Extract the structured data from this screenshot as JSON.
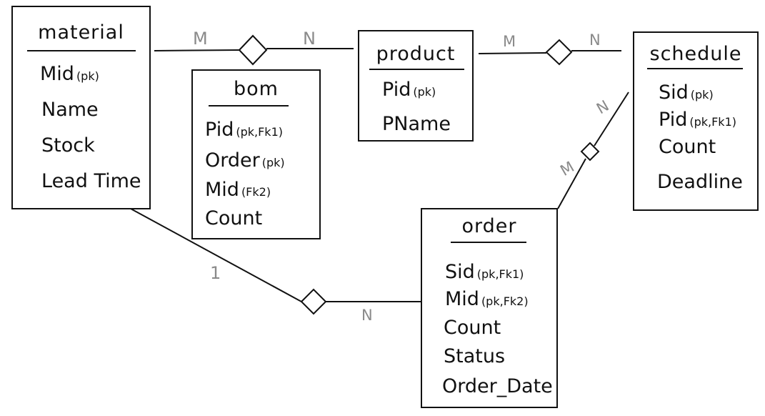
{
  "entities": {
    "material": {
      "title": "material",
      "attrs": [
        {
          "name": "Mid",
          "note": "(pk)"
        },
        {
          "name": "Name",
          "note": ""
        },
        {
          "name": "Stock",
          "note": ""
        },
        {
          "name": "Lead Time",
          "note": ""
        }
      ]
    },
    "bom": {
      "title": "bom",
      "attrs": [
        {
          "name": "Pid",
          "note": "(pk,Fk1)"
        },
        {
          "name": "Order",
          "note": "(pk)"
        },
        {
          "name": "Mid",
          "note": "(Fk2)"
        },
        {
          "name": "Count",
          "note": ""
        }
      ]
    },
    "product": {
      "title": "product",
      "attrs": [
        {
          "name": "Pid",
          "note": "(pk)"
        },
        {
          "name": "PName",
          "note": ""
        }
      ]
    },
    "schedule": {
      "title": "schedule",
      "attrs": [
        {
          "name": "Sid",
          "note": "(pk)"
        },
        {
          "name": "Pid",
          "note": "(pk,Fk1)"
        },
        {
          "name": "Count",
          "note": ""
        },
        {
          "name": "Deadline",
          "note": ""
        }
      ]
    },
    "order": {
      "title": "order",
      "attrs": [
        {
          "name": "Sid",
          "note": "(pk,Fk1)"
        },
        {
          "name": "Mid",
          "note": "(pk,Fk2)"
        },
        {
          "name": "Count",
          "note": ""
        },
        {
          "name": "Status",
          "note": ""
        },
        {
          "name": "Order_Date",
          "note": ""
        }
      ]
    }
  },
  "relationships": {
    "material_product": {
      "from": "material",
      "to": "product",
      "card_from": "M",
      "card_to": "N"
    },
    "product_schedule": {
      "from": "product",
      "to": "schedule",
      "card_from": "M",
      "card_to": "N"
    },
    "schedule_order": {
      "from": "order",
      "to": "schedule",
      "card_from": "M",
      "card_to": "N"
    },
    "material_order": {
      "from": "material",
      "to": "order",
      "card_from": "1",
      "card_to": "N"
    }
  }
}
